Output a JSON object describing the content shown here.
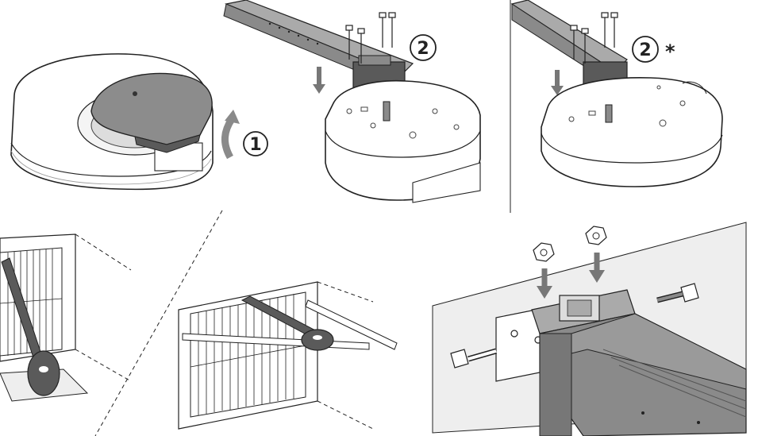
{
  "steps": {
    "open_cover": "1",
    "mount_rail": "2",
    "mount_rail_alt": "2",
    "alt_marker": "*"
  },
  "colors": {
    "line": "#222222",
    "part_gray": "#8c8c8c",
    "part_dark": "#5a5a5a",
    "wall": "#eeeeee",
    "arrow": "#777777",
    "background": "#ffffff"
  }
}
